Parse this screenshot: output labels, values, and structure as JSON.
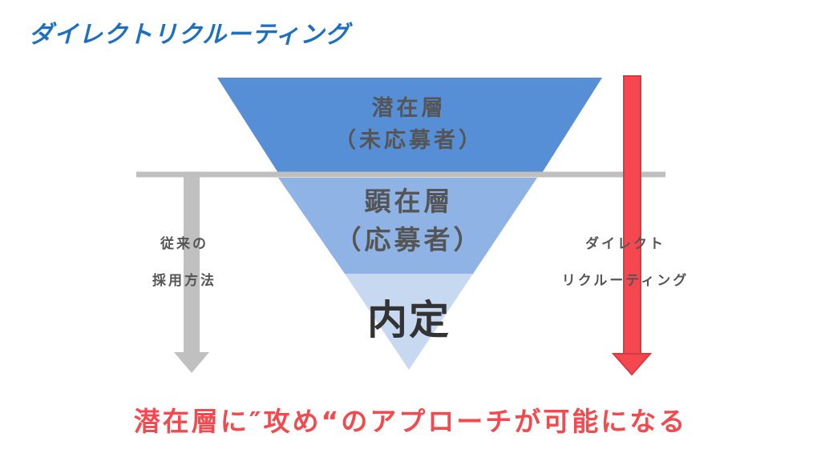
{
  "title": "ダイレクトリクルーティング",
  "funnel": {
    "latent_line1": "潜在層",
    "latent_line2": "（未応募者）",
    "apparent_line1": "顕在層",
    "apparent_line2": "（応募者）",
    "offer": "内定"
  },
  "left_label": {
    "line1": "従来の",
    "line2": "採用方法"
  },
  "right_label": {
    "line1": "ダイレクト",
    "line2": "リクルーティング"
  },
  "bottom_message": "潜在層に″攻め“のアプローチが可能になる",
  "colors": {
    "title": "#1f6fbf",
    "funnel_top": "#568fd6",
    "funnel_middle": "#8eb3e4",
    "funnel_bottom": "#c7d9f1",
    "divider": "#bfbfbf",
    "traditional_arrow": "#c0c0c0",
    "direct_arrow": "#f5474f",
    "message": "#f24a4f"
  }
}
